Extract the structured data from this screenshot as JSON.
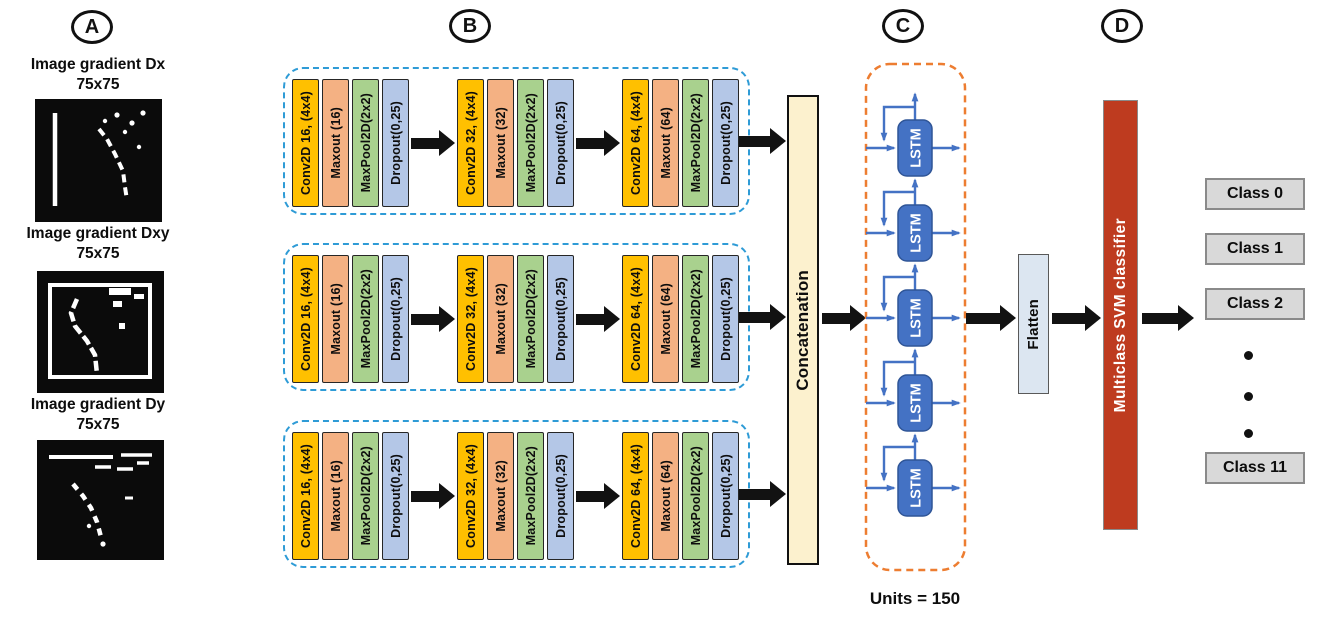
{
  "diagram": {
    "badges": {
      "a": "A",
      "b": "B",
      "c": "C",
      "d": "D"
    },
    "inputs": [
      {
        "title": "Image gradient Dx",
        "size": "75x75"
      },
      {
        "title": "Image gradient Dxy",
        "size": "75x75"
      },
      {
        "title": "Image gradient Dy",
        "size": "75x75"
      }
    ],
    "cnn": {
      "branch_count": 3,
      "groups": [
        {
          "bars": [
            {
              "label": "Conv2D 16, (4x4)"
            },
            {
              "label": "Maxout (16)"
            },
            {
              "label": "MaxPool2D(2x2)"
            },
            {
              "label": "Dropout(0,25)"
            }
          ]
        },
        {
          "bars": [
            {
              "label": "Conv2D 32, (4x4)"
            },
            {
              "label": "Maxout (32)"
            },
            {
              "label": "MaxPool2D(2x2)"
            },
            {
              "label": "Dropout(0,25)"
            }
          ]
        },
        {
          "bars": [
            {
              "label": "Conv2D 64, (4x4)"
            },
            {
              "label": "Maxout (64)"
            },
            {
              "label": "MaxPool2D(2x2)"
            },
            {
              "label": "Dropout(0,25)"
            }
          ]
        }
      ]
    },
    "concatenation": {
      "label": "Concatenation"
    },
    "lstm": {
      "label": "LSTM",
      "count": 5,
      "units": "Units = 150"
    },
    "flatten": {
      "label": "Flatten"
    },
    "classifier": {
      "label": "Multiclass SVM classifier"
    },
    "outputs": {
      "classes": [
        "Class 0",
        "Class 1",
        "Class 2",
        "Class 11"
      ]
    },
    "colors": {
      "conv": "#FFC000",
      "maxout": "#F4B183",
      "maxpool": "#A9D18E",
      "dropout": "#B4C7E7",
      "branch_border": "#2E9BD6",
      "lstm_fill": "#4472C4",
      "lstm_section_border": "#ED7D31",
      "concat_fill": "#FCF1CE",
      "flatten_fill": "#DCE6F1",
      "svm_fill": "#BE3B1F",
      "class_fill": "#D9D9D9",
      "arrow_black": "#121212",
      "arrow_blue": "#4472C4"
    }
  }
}
